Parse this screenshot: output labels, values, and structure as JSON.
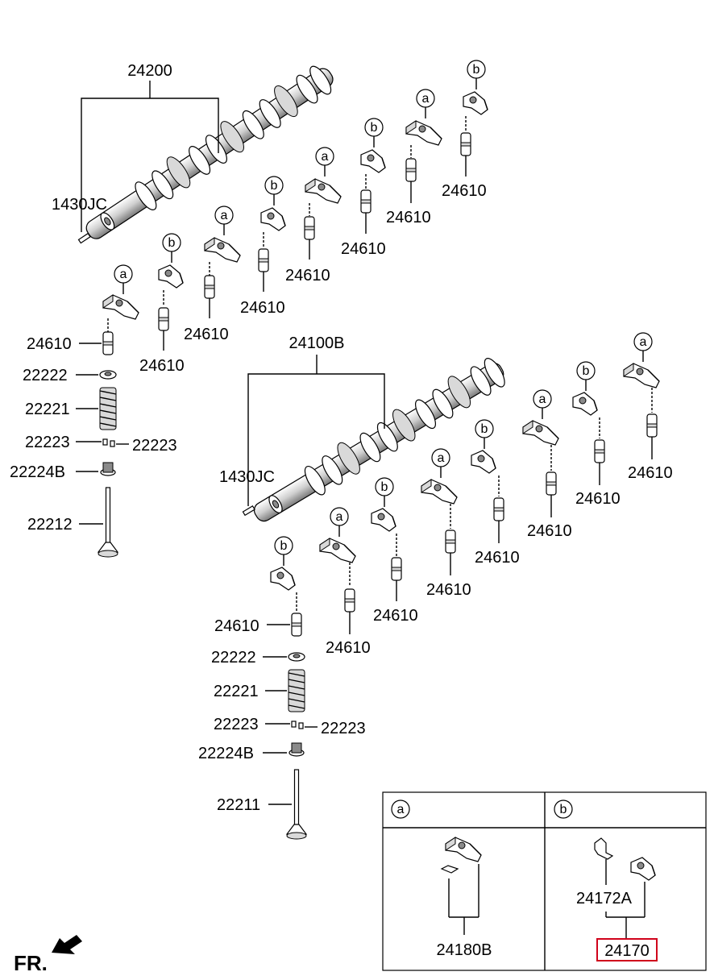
{
  "labels": {
    "camshaft_upper": "24200",
    "camshaft_lower": "24100B",
    "pin": "1430JC",
    "lifter": "24610",
    "retainer": "22222",
    "spring": "22221",
    "cotter": "22223",
    "seal": "22224B",
    "valve_exhaust": "22212",
    "valve_intake": "22211",
    "arm_assy_a": "24180B",
    "clip": "24172A",
    "arm_assy_b": "24170",
    "front": "FR."
  },
  "markers": {
    "a": "a",
    "b": "b"
  },
  "highlight": {
    "part": "24170",
    "color": "#d0021b"
  },
  "colors": {
    "line": "#000000",
    "background": "#ffffff"
  }
}
